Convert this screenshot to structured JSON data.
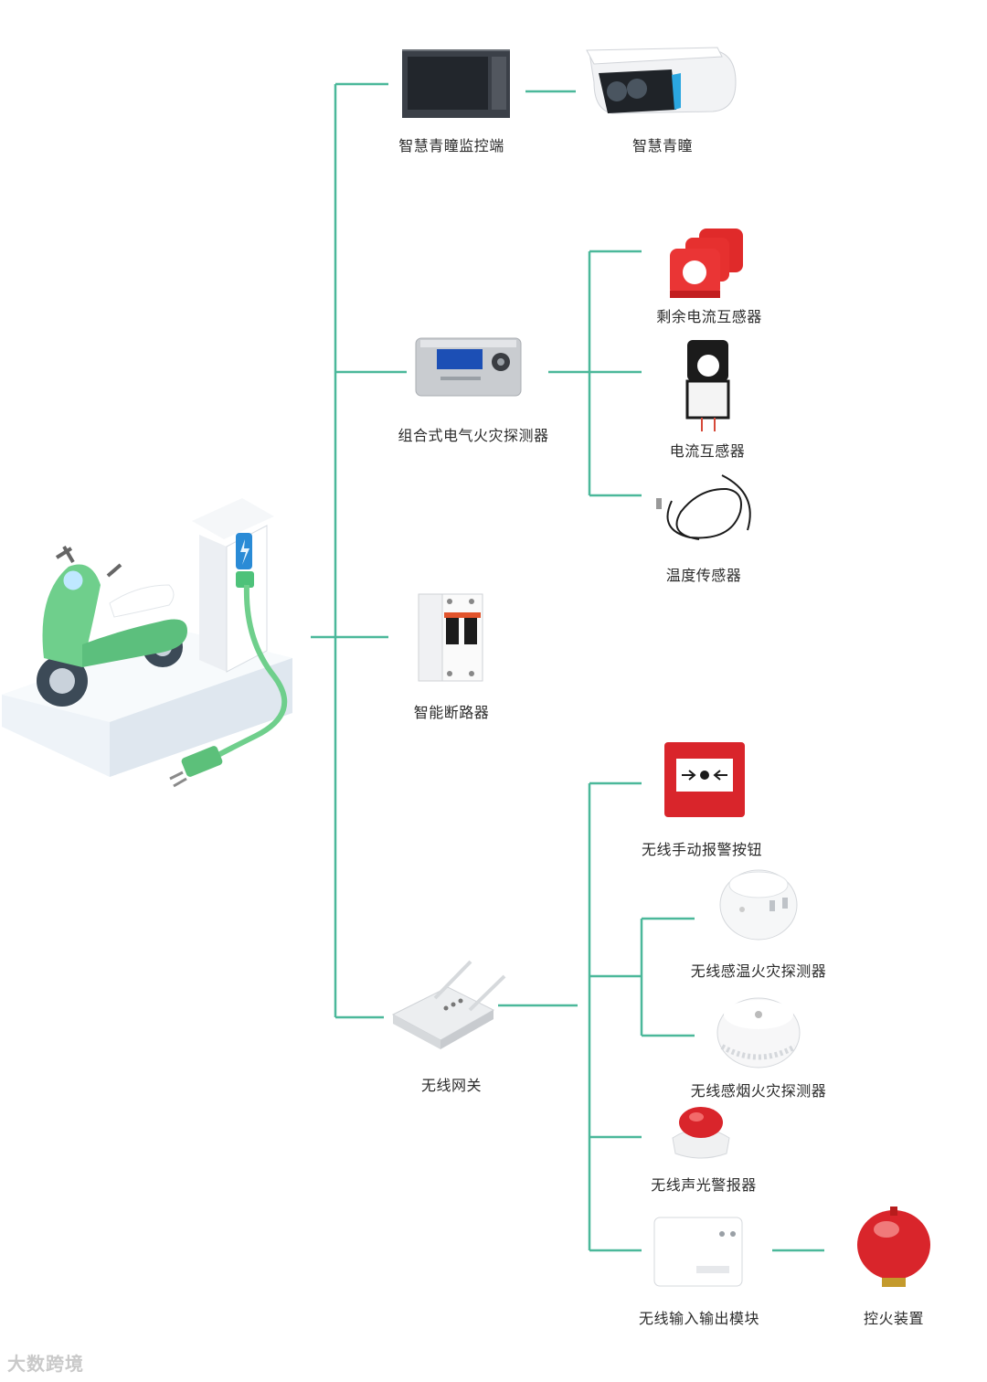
{
  "colors": {
    "connector": "#4bb89a",
    "alarm_red": "#d9252b",
    "scooter_green": "#6fcf8c",
    "device_gray": "#d6d9dc"
  },
  "nodes": {
    "monitor_terminal": "智慧青瞳监控端",
    "smart_camera": "智慧青瞳",
    "electrical_fire_detector": "组合式电气火灾探测器",
    "residual_current_transformer": "剩余电流互感器",
    "current_transformer": "电流互感器",
    "temperature_sensor": "温度传感器",
    "smart_breaker": "智能断路器",
    "wireless_gateway": "无线网关",
    "manual_alarm_button": "无线手动报警按钮",
    "heat_detector": "无线感温火灾探测器",
    "smoke_detector": "无线感烟火灾探测器",
    "sound_light_alarm": "无线声光警报器",
    "io_module": "无线输入输出模块",
    "fire_control_device": "控火装置"
  },
  "watermark": "大数跨境"
}
